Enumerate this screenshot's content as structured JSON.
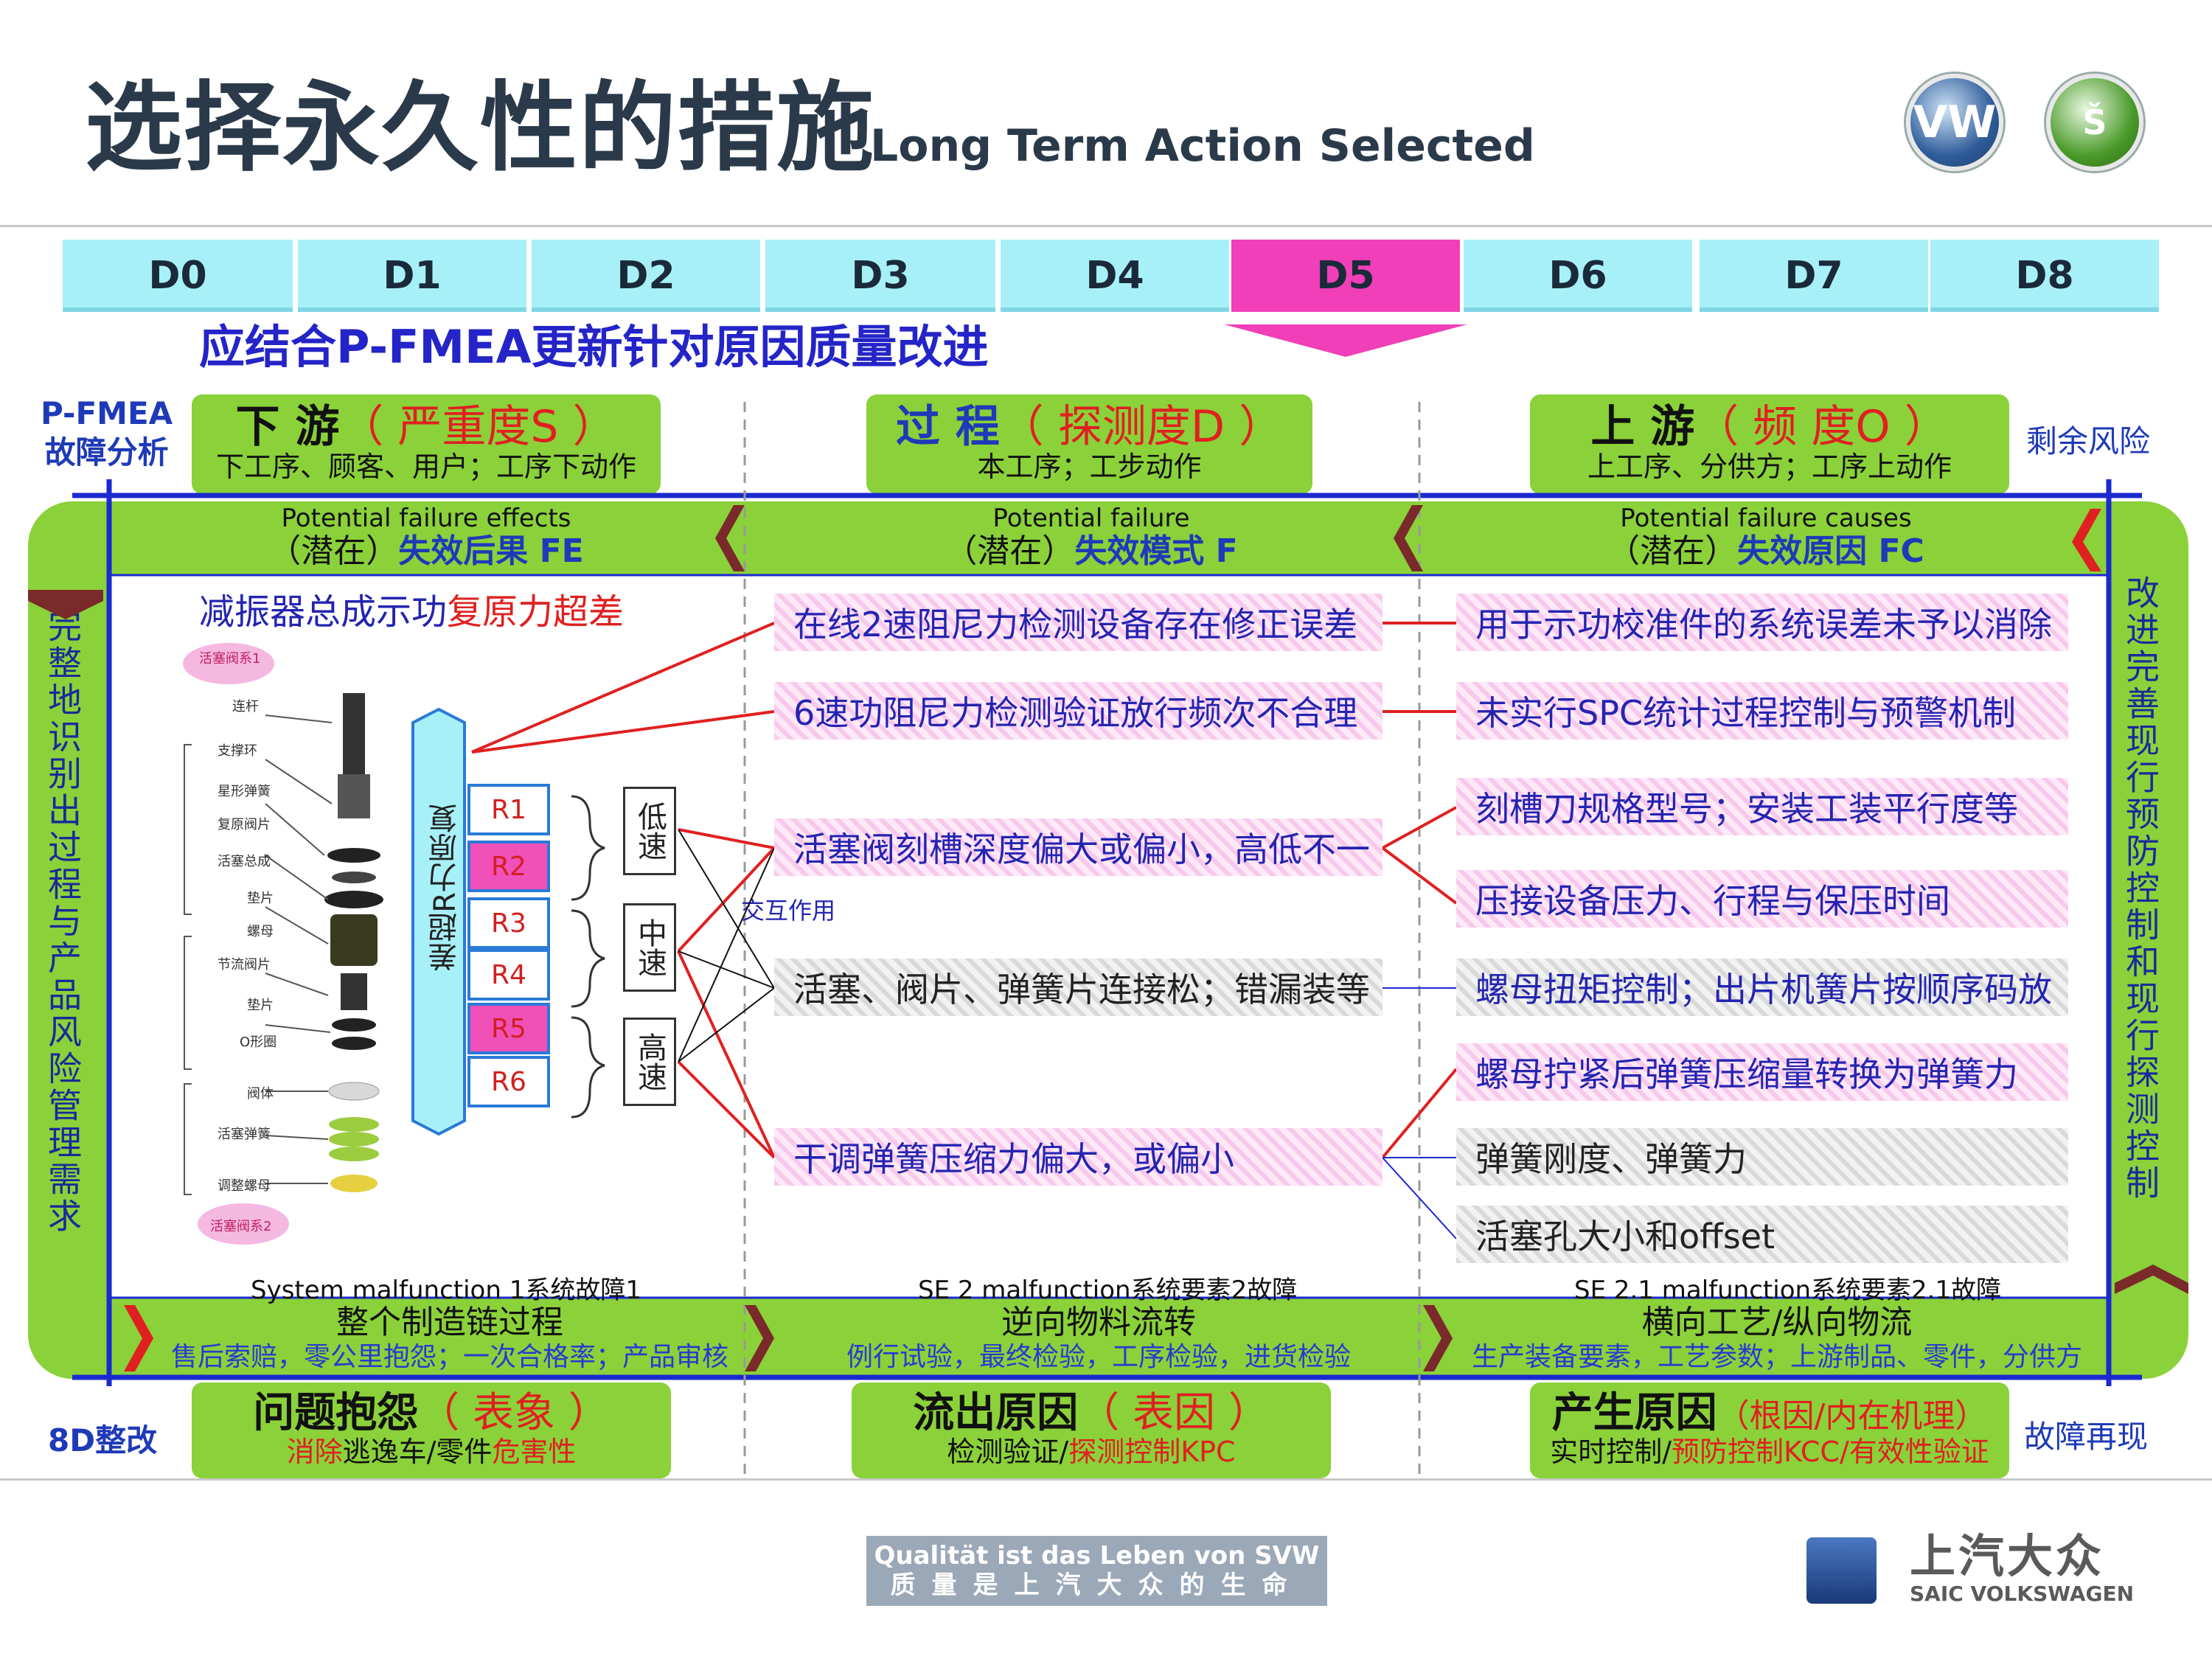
{
  "header": {
    "title_cn": "选择永久性的措施",
    "title_en": "Long Term Action Selected",
    "logos": [
      "vw-logo",
      "skoda-logo"
    ]
  },
  "tabs": [
    {
      "label": "D0"
    },
    {
      "label": "D1"
    },
    {
      "label": "D2"
    },
    {
      "label": "D3"
    },
    {
      "label": "D4"
    },
    {
      "label": "D5",
      "active": true
    },
    {
      "label": "D6"
    },
    {
      "label": "D7"
    },
    {
      "label": "D8"
    }
  ],
  "subtitle": "应结合P-FMEA更新针对原因质量改进",
  "pfmea": {
    "label_line1": "P-FMEA",
    "label_line2": "故障分析",
    "downstream": {
      "title": "下 游",
      "paren": "（ 严重度S ）",
      "sub": "下工序、顾客、用户；工序下动作"
    },
    "process": {
      "title": "过 程",
      "paren": "（ 探测度D ）",
      "sub": "本工序；工步动作"
    },
    "upstream": {
      "title": "上 游",
      "paren": "（ 频 度O ）",
      "sub": "上工序、分供方；工序上动作"
    },
    "residual": "剩余风险"
  },
  "columns": {
    "effects": {
      "en": "Potential failure effects",
      "cn_pre": "（潜在）",
      "cn_bold": "失效后果 FE"
    },
    "mode": {
      "en": "Potential failure",
      "cn_pre": "（潜在）",
      "cn_bold": "失效模式 F"
    },
    "causes": {
      "en": "Potential failure  causes",
      "cn_pre": "（潜在）",
      "cn_bold": "失效原因 FC"
    }
  },
  "left_vertical": "完整地识别出过程与产品风险管理需求",
  "right_vertical": "改进完善现行预防控制和现行探测控制",
  "effect": {
    "pre": "减振器总成示功",
    "red": "复原力超差"
  },
  "diagram": {
    "bar_label": "差超R力原复",
    "r_boxes": [
      "R1",
      "R2",
      "R3",
      "R4",
      "R5",
      "R6"
    ],
    "speeds": [
      "低速",
      "中速",
      "高速"
    ],
    "interaction": "交互作用",
    "part_labels": [
      "活塞阀系1",
      "连杆",
      "支撑环",
      "星形弹簧",
      "复原阀片",
      "活塞总成",
      "垫片",
      "螺母",
      "节流阀片",
      "垫片",
      "O形圈",
      "阀体",
      "活塞弹簧",
      "调整螺母",
      "活塞阀系2"
    ]
  },
  "modes": [
    "在线2速阻尼力检测设备存在修正误差",
    "6速功阻尼力检测验证放行频次不合理",
    "活塞阀刻槽深度偏大或偏小，高低不一",
    "活塞、阀片、弹簧片连接松；错漏装等",
    "干调弹簧压缩力偏大，或偏小"
  ],
  "causes": [
    "用于示功校准件的系统误差未予以消除",
    "未实行SPC统计过程控制与预警机制",
    "刻槽刀规格型号；安装工装平行度等",
    "压接设备压力、行程与保压时间",
    "螺母扭矩控制；出片机簧片按顺序码放",
    "螺母拧紧后弹簧压缩量转换为弹簧力",
    "弹簧刚度、弹簧力",
    "活塞孔大小和offset"
  ],
  "malfunctions": [
    "System malfunction 1系统故障1",
    "SE 2 malfunction系统要素2故障",
    "SE 2.1 malfunction系统要素2.1故障"
  ],
  "footer_flow": [
    {
      "t1": "整个制造链过程",
      "t2": "售后索赔，零公里抱怨；一次合格率；产品审核"
    },
    {
      "t1": "逆向物料流转",
      "t2": "例行试验，最终检验，工序检验，进货检验"
    },
    {
      "t1": "横向工艺/纵向物流",
      "t2": "生产装备要素，工艺参数；上游制品、零件，分供方"
    }
  ],
  "eightd": {
    "label": "8D整改",
    "problem": {
      "title": "问题抱怨",
      "paren": "（ 表象 ）",
      "sub_red1": "消除",
      "sub_black": "逃逸车/零件",
      "sub_red2": "危害性"
    },
    "outflow": {
      "title": "流出原因",
      "paren": "（ 表因 ）",
      "sub_black": "检测验证/",
      "sub_red": "探测控制KPC"
    },
    "origin": {
      "title": "产生原因",
      "paren": "（根因/内在机理）",
      "sub_black": "实时控制/",
      "sub_red": "预防控制KCC/有效性验证"
    },
    "reproduce": "故障再现"
  },
  "footer": {
    "slogan_de": "Qualität ist das Leben von SVW",
    "slogan_cn": "质量是上汽大众的生命",
    "brand_cn": "上汽大众",
    "brand_en": "SAIC VOLKSWAGEN"
  },
  "colors": {
    "green": "#8bd13a",
    "tab": "#a8f0f8",
    "active_tab": "#f03fb8",
    "blue_text": "#2424c8",
    "red": "#e02020",
    "frame_line": "#1a2ad0"
  }
}
